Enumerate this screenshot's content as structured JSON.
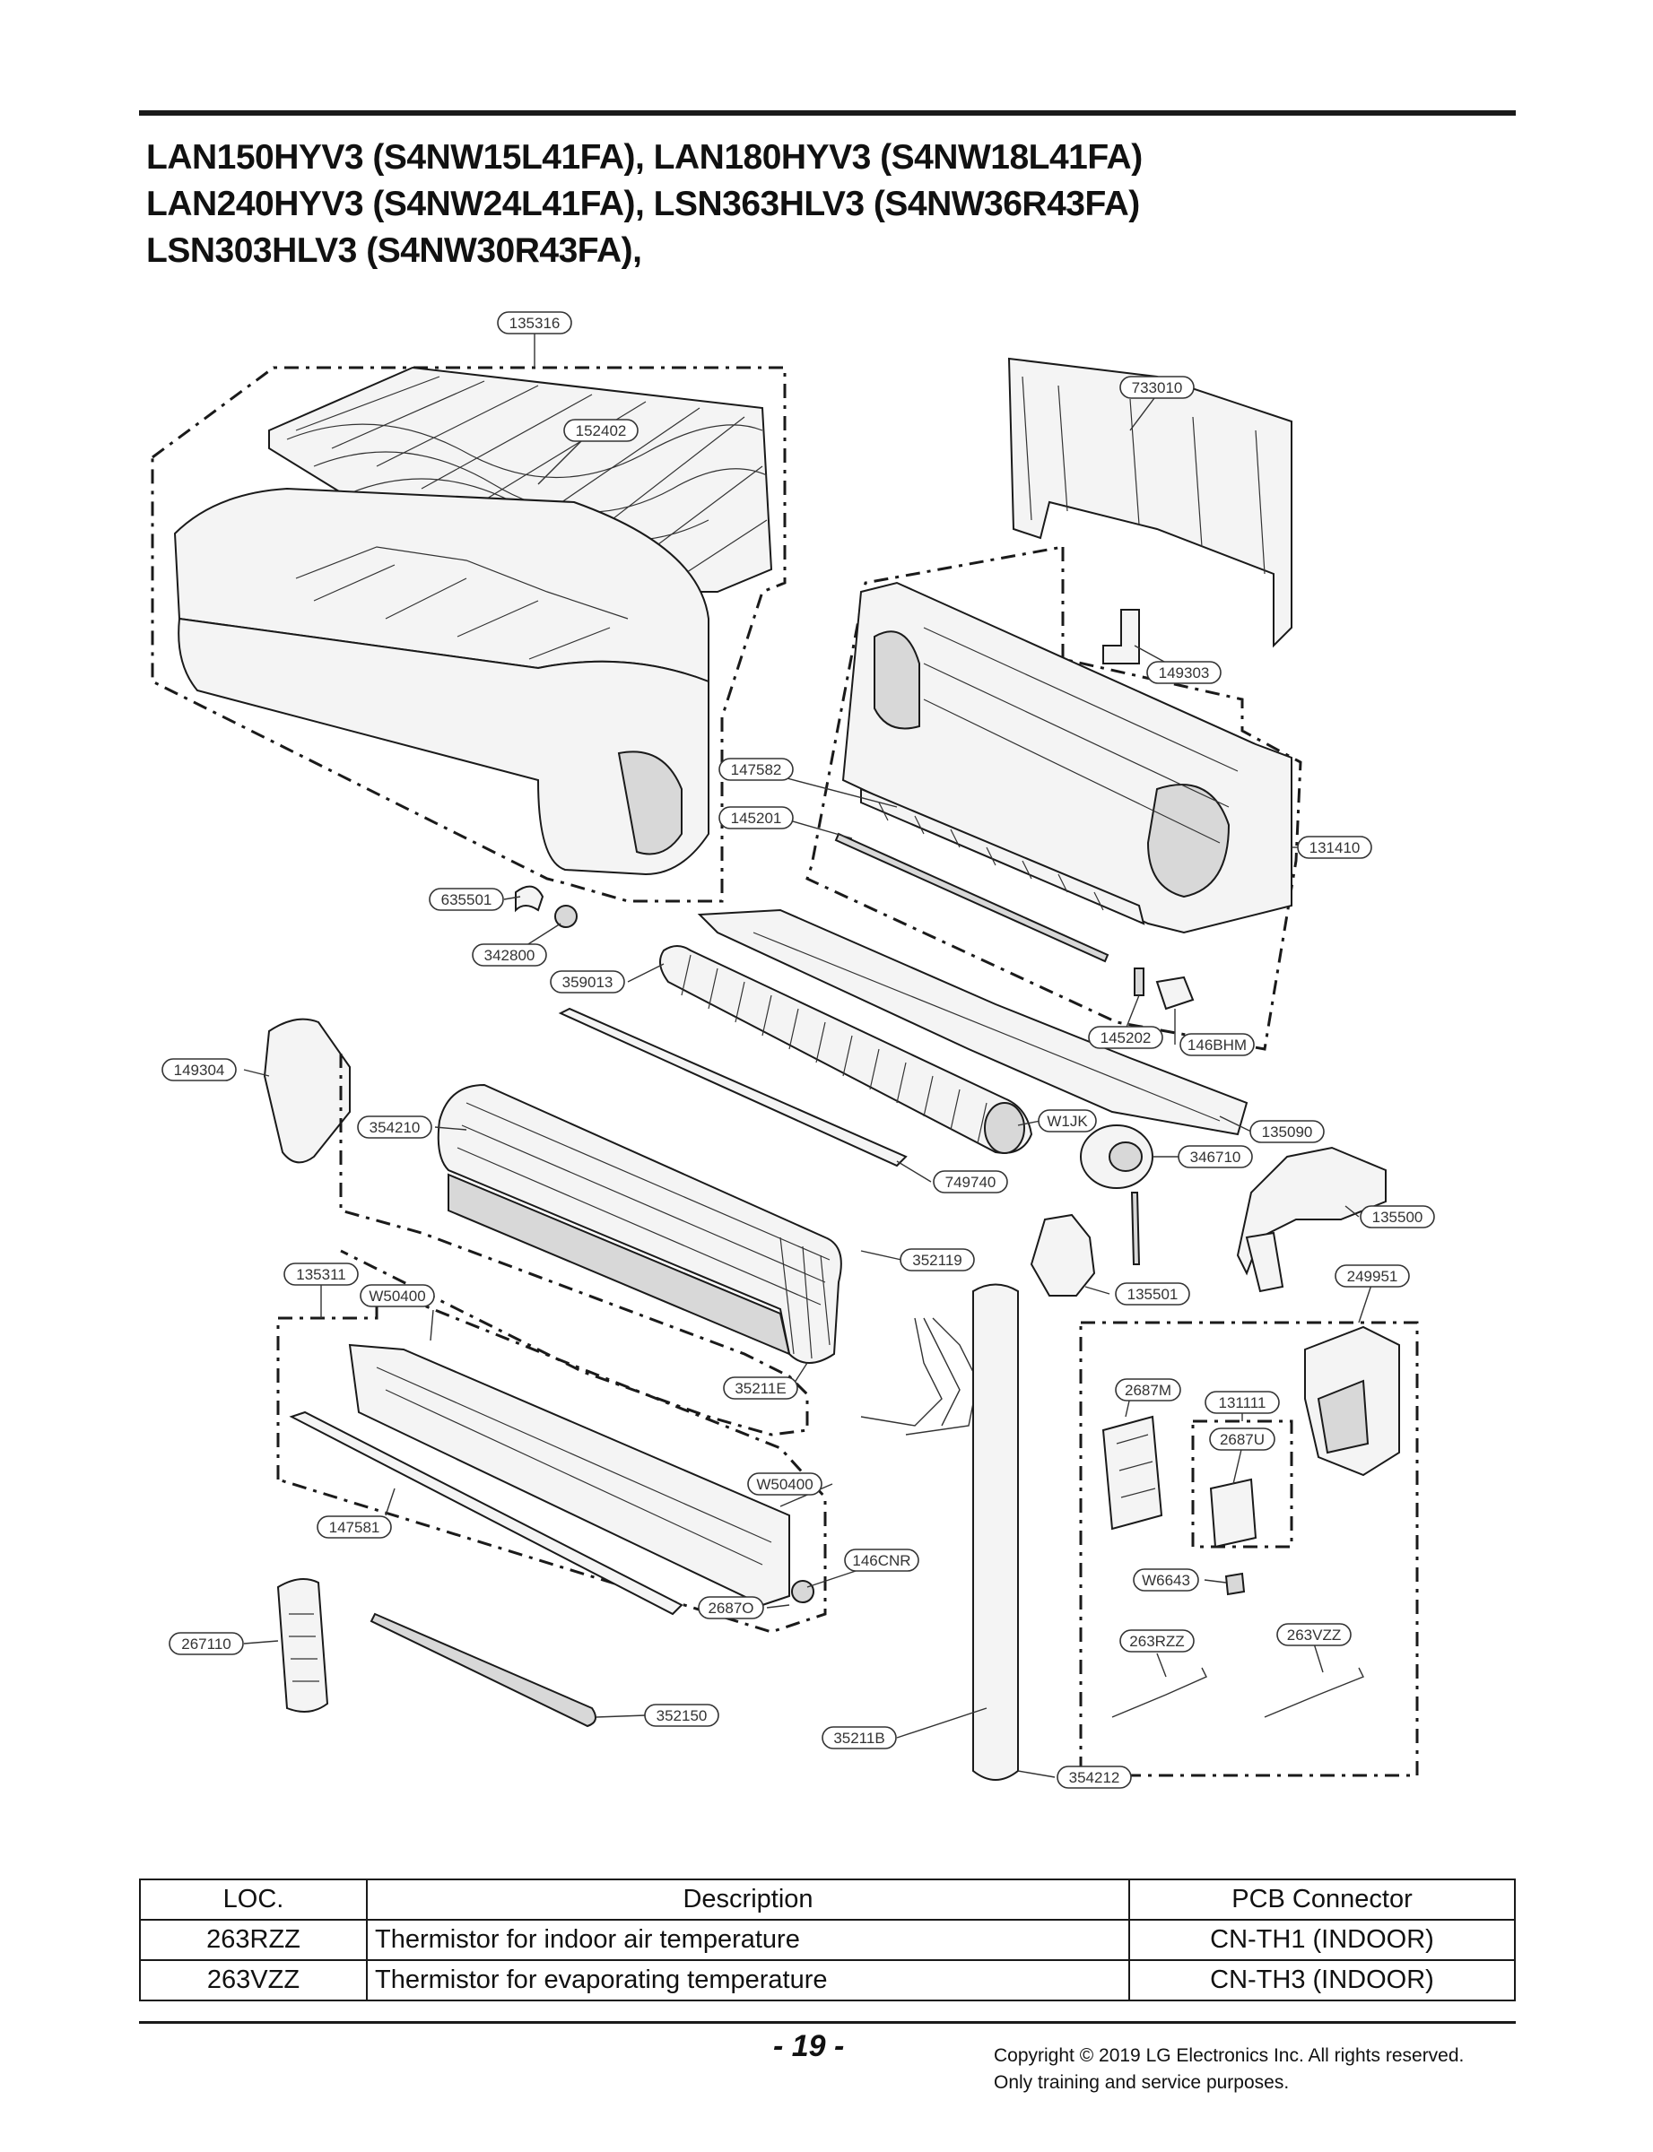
{
  "title_lines": [
    "LAN150HYV3 (S4NW15L41FA), LAN180HYV3 (S4NW18L41FA)",
    "LAN240HYV3 (S4NW24L41FA), LSN363HLV3 (S4NW36R43FA)",
    "LSN303HLV3 (S4NW30R43FA),"
  ],
  "part_labels": [
    "135316",
    "152402",
    "733010",
    "149303",
    "147582",
    "145201",
    "131410",
    "635501",
    "342800",
    "359013",
    "145202",
    "146BHM",
    "149304",
    "354210",
    "W1JK",
    "135090",
    "346710",
    "749740",
    "135500",
    "352119",
    "135311",
    "W50400",
    "135501",
    "249951",
    "35211E",
    "2687M",
    "131111",
    "2687U",
    "W50400",
    "147581",
    "146CNR",
    "W6643",
    "2687O",
    "263RZZ",
    "263VZZ",
    "267110",
    "352150",
    "35211B",
    "354212"
  ],
  "legend": {
    "headers": [
      "LOC.",
      "Description",
      "PCB Connector"
    ],
    "rows": [
      [
        "263RZZ",
        "Thermistor for indoor air temperature",
        "CN-TH1 (INDOOR)"
      ],
      [
        "263VZZ",
        "Thermistor for evaporating temperature",
        "CN-TH3 (INDOOR)"
      ]
    ]
  },
  "footer": {
    "page_number": "- 19 -",
    "copyright": "Copyright © 2019 LG Electronics Inc. All rights reserved.",
    "notice": "Only training and service purposes."
  }
}
